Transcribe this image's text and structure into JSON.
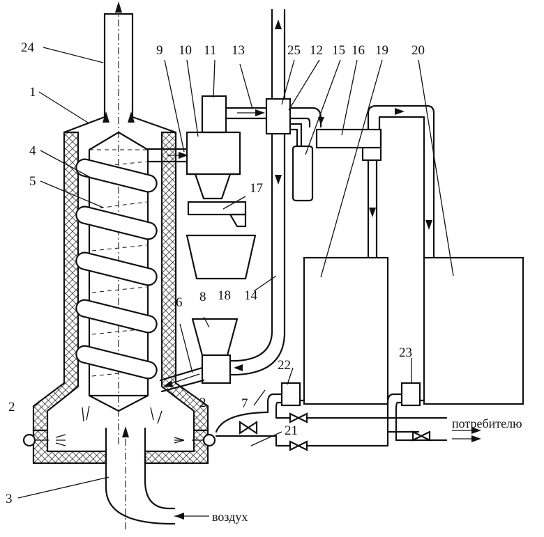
{
  "labels": {
    "l1": "1",
    "l2a": "2",
    "l2b": "2",
    "l3": "3",
    "l4": "4",
    "l5": "5",
    "l6": "6",
    "l7": "7",
    "l8": "8",
    "l9": "9",
    "l10": "10",
    "l11": "11",
    "l12": "12",
    "l13": "13",
    "l14": "14",
    "l15": "15",
    "l16": "16",
    "l17": "17",
    "l18": "18",
    "l19": "19",
    "l20": "20",
    "l21": "21",
    "l22": "22",
    "l23": "23",
    "l24": "24",
    "l25": "25"
  },
  "texts": {
    "consumer": "потребителю",
    "air": "воздух"
  }
}
